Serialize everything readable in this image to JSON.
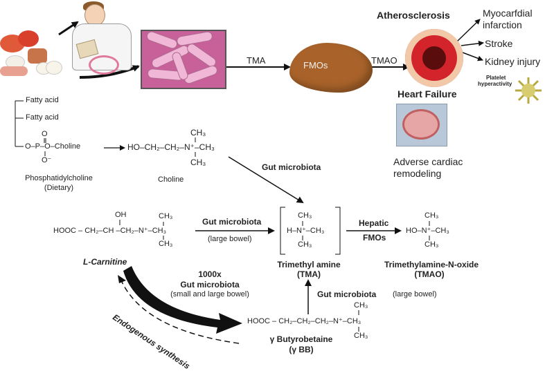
{
  "top": {
    "tma_label": "TMA",
    "fmos_label": "FMOs",
    "tmao_label": "TMAO",
    "atherosclerosis": "Atherosclerosis",
    "outcomes": [
      "Myocarfdial",
      "infarction",
      "Stroke",
      "Kidney injury"
    ],
    "platelet": [
      "Platelet",
      "hyperactivity"
    ],
    "heart_failure": "Heart Failure",
    "adverse": [
      "Adverse cardiac",
      "remodeling"
    ]
  },
  "phosphatidylcholine": {
    "fatty1": "Fatty acid",
    "fatty2": "Fatty acid",
    "o_top": "O",
    "o_bottom": "O⁻",
    "chain": "O–P–O–Choline",
    "name": "Phosphatidylcholine",
    "dietary": "(Dietary)"
  },
  "choline": {
    "ch3_top": "CH₃",
    "formula": "HO–CH₂–CH₂–N⁺–CH₃",
    "ch3_bottom": "CH₃",
    "name": "Choline"
  },
  "gut_microbiota_top": "Gut microbiota",
  "carnitine": {
    "oh": "OH",
    "ch3_top": "CH₃",
    "formula": "HOOC – CH₂–CH –CH₂–N⁺–CH₃",
    "ch3_bottom": "CH₃",
    "name": "L-Carnitine"
  },
  "arrow_carnitine_tma": {
    "label": "Gut microbiota",
    "sub": "(large bowel)"
  },
  "tma": {
    "ch3_top": "CH₃",
    "formula": "H–N⁺–CH₃",
    "ch3_bottom": "CH₃",
    "name": "Trimethyl amine",
    "abbr": "(TMA)"
  },
  "arrow_tma_tmao": {
    "label1": "Hepatic",
    "label2": "FMOs"
  },
  "tmao": {
    "ch3_top": "CH₃",
    "formula": "HO–N⁺–CH₃",
    "ch3_bottom": "CH₃",
    "name": "Trimethylamine-N-oxide",
    "abbr": "(TMAO)"
  },
  "big_arrow": {
    "factor": "1000x",
    "label": "Gut microbiota",
    "sub": "(small and large bowel)"
  },
  "endogenous": "Endogenous synthesis",
  "arrow_gbb_tma": {
    "label": "Gut microbiota",
    "sub": "(large bowel)"
  },
  "gbb": {
    "ch3_top": "CH₃",
    "formula": "HOOC – CH₂–CH₂–CH₂–N⁺–CH₃",
    "ch3_bottom": "CH₃",
    "name": "γ Butyrobetaine",
    "abbr": "(γ BB)"
  },
  "colors": {
    "liver": "#a9632a",
    "artery": "#d2242a",
    "gut": "#c8609a"
  }
}
